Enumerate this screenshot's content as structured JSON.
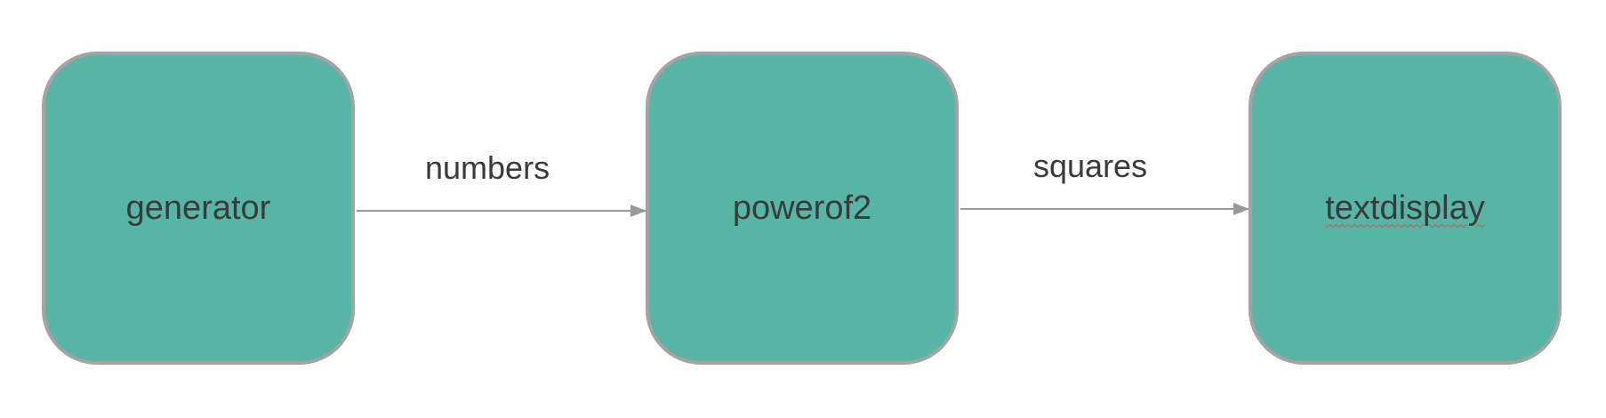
{
  "nodes": [
    {
      "label": "generator"
    },
    {
      "label": "powerof2"
    },
    {
      "label": "textdisplay"
    }
  ],
  "edges": [
    {
      "from": "generator",
      "to": "powerof2",
      "label": "numbers"
    },
    {
      "from": "powerof2",
      "to": "textdisplay",
      "label": "squares"
    }
  ],
  "colors": {
    "node_fill": "#56b5a4",
    "node_border": "#a3a3a3",
    "edge": "#999999",
    "text": "#3a3a3a"
  }
}
